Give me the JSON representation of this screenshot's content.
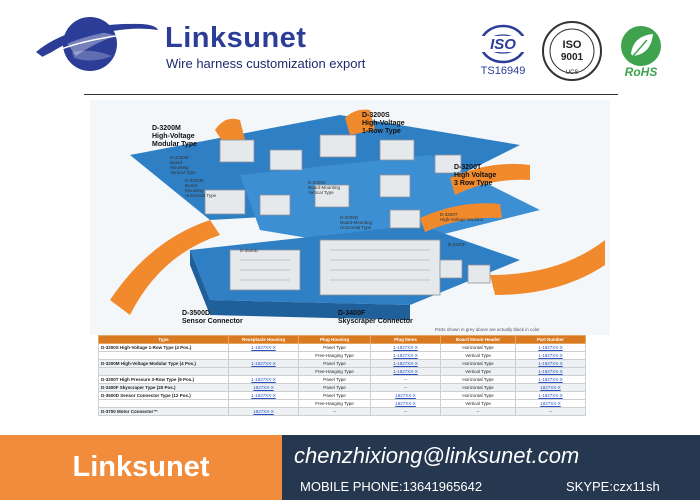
{
  "header": {
    "brand": "Linksunet",
    "tagline": "Wire harness customization export",
    "badges": {
      "iso_ts": {
        "title": "ISO",
        "code": "TS16949"
      },
      "iso_9001": {
        "title": "ISO",
        "code": "9001",
        "mark": "UCS"
      },
      "rohs": {
        "label": "RoHS"
      }
    }
  },
  "diagram": {
    "labels": {
      "d3200m": "D-3200M\nHigh-Voltage\nModular Type",
      "d3200s": "D-3200S\nHigh-Voltage\n1-Row Type",
      "d3200t": "D-3200T\nHigh Voltage\n3 Row Type",
      "d3500d": "D-3500D\nSensor Connector",
      "d3400f": "D-3400F\nSkyscraper Connector"
    },
    "small_labels": {
      "board_vertical": "D-3200M\nBoard-\nMounting\nVertical Type",
      "board_horizontal": "D-3200M\nBoard-\nMounting\nHorizontal Type",
      "board_s": "D-3200S\nBoard-Mounting\nVertical Type",
      "d3500d": "D-3500D",
      "d3200t_mod": "D-3200T\nHigh-Voltage Modular",
      "d3400f": "D-3400F",
      "d3200d": "D-3200D\nBoard-Mounting\nHorizontal Type"
    },
    "note": "Parts shown in grey above are actually black in color"
  },
  "table": {
    "headers": [
      "Type",
      "Receptacle Housing",
      "Plug Housing",
      "Plug Items",
      "Board Mount Header",
      "Part Number"
    ],
    "rows": [
      {
        "name": "D-3200S High-Voltage 1-Row Type (4 Pos.)",
        "receptacle": "1-1827XX-X",
        "plug": "Panel Type",
        "plug_part": "1-1827XX-X",
        "board": "Horizontal Type",
        "part": "1-1827XX-X",
        "shade": false
      },
      {
        "name": "",
        "receptacle": "",
        "plug": "Free-Hanging Type",
        "plug_part": "1-1827XX-X",
        "board": "Vertical Type",
        "part": "1-1827XX-X",
        "shade": false
      },
      {
        "name": "D-3200M High-Voltage Modular Type (4 Pos.)",
        "receptacle": "1-1827XX-X",
        "plug": "Panel Type",
        "plug_part": "1-1827XX-X",
        "board": "Horizontal Type",
        "part": "1-1827XX-X",
        "shade": true
      },
      {
        "name": "",
        "receptacle": "",
        "plug": "Free-Hanging Type",
        "plug_part": "1-1827XX-X",
        "board": "Vertical Type",
        "part": "1-1827XX-X",
        "shade": true
      },
      {
        "name": "D-3200T High Pressure 3-Row Type (9 Pos.)",
        "receptacle": "1-1827XX-X",
        "plug": "Panel Type",
        "plug_part": "–",
        "board": "Horizontal Type",
        "part": "1-1827XX-X",
        "shade": false
      },
      {
        "name": "D-3400F Skyscraper Type (20 Pos.)",
        "receptacle": "1827XX-X",
        "plug": "Panel Type",
        "plug_part": "–",
        "board": "Horizontal Type",
        "part": "1827XX-X",
        "shade": true
      },
      {
        "name": "D-3500D Sensor Connector Type (12 Pos.)",
        "receptacle": "1-1827XX-X",
        "plug": "Panel Type",
        "plug_part": "1827XX-X",
        "board": "Horizontal Type",
        "part": "1-1827XX-X",
        "shade": false
      },
      {
        "name": "",
        "receptacle": "",
        "plug": "Free-Hanging Type",
        "plug_part": "1827XX-X",
        "board": "Vertical Type",
        "part": "1827XX-X",
        "shade": false
      },
      {
        "name": "D-3700 Motor Connector™",
        "receptacle": "1827XX-X",
        "plug": "–",
        "plug_part": "–",
        "board": "–",
        "part": "–",
        "shade": true
      }
    ]
  },
  "footer": {
    "brand": "Linksunet",
    "email": "chenzhixiong@linksunet.com",
    "phone": "MOBILE PHONE:13641965642",
    "skype": "SKYPE:czx11sh"
  },
  "colors": {
    "brand_blue": "#2b3d96",
    "accent_orange": "#f08c3c",
    "footer_navy": "#26384f",
    "diagram_blue": "#2f7fc4"
  }
}
